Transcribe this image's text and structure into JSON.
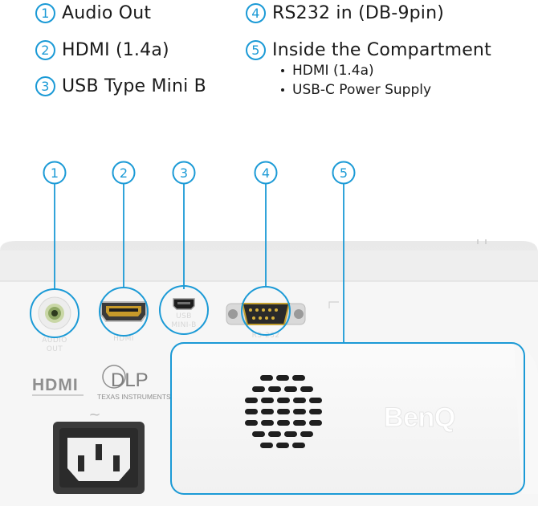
{
  "legend": [
    {
      "num": "1",
      "label": "Audio Out"
    },
    {
      "num": "2",
      "label": "HDMI (1.4a)"
    },
    {
      "num": "3",
      "label": "USB Type Mini B"
    },
    {
      "num": "4",
      "label": "RS232 in (DB-9pin)"
    },
    {
      "num": "5",
      "label": "Inside the Compartment"
    }
  ],
  "compartment_items": [
    "HDMI (1.4a)",
    "USB-C Power Supply"
  ],
  "callouts": [
    "1",
    "2",
    "3",
    "4",
    "5"
  ],
  "port_labels": {
    "audio_line1": "AUDIO",
    "audio_line2": "OUT",
    "hdmi": "HDMI",
    "usb_line1": "USB",
    "usb_line2": "MINI-B",
    "rs232": "RS-232"
  },
  "logos": {
    "hdmi": "HDMI",
    "dlp": "DLP",
    "dlp_sub": "TEXAS INSTRUMENTS",
    "brand": "BenQ"
  },
  "power_symbol": "~",
  "colors": {
    "accent": "#1b9ad6",
    "body": "#f4f4f4",
    "panel_edge": "#dedede"
  }
}
